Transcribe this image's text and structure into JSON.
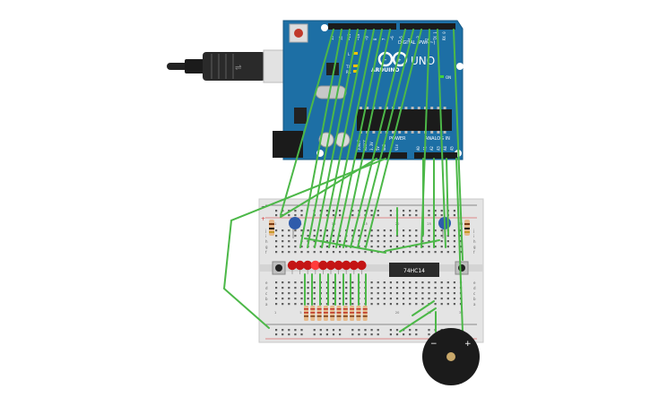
{
  "board": {
    "logo": "UNO",
    "brand": "ARDUINO",
    "header_digital": "DIGITAL (PWM~)",
    "header_power": "POWER",
    "header_analog": "ANALOG IN",
    "on_label": "ON",
    "tx_label": "TX",
    "rx_label": "RX",
    "l_label": "L",
    "aref_label": "AREF",
    "gnd_label": "GND",
    "ioref_label": "IOREF",
    "reset_label": "RESET",
    "v33_label": "3.3V",
    "v5_label": "5V",
    "vin_label": "Vin",
    "analog_pins": [
      "A0",
      "A1",
      "A2",
      "A3",
      "A4",
      "A5"
    ],
    "digital_pins": [
      "13",
      "12",
      "~11",
      "~10",
      "~9",
      "8",
      "7",
      "~6",
      "~5",
      "4",
      "~3",
      "2",
      "TX 1",
      "RX 0"
    ]
  },
  "chip": {
    "label": "74HC14"
  },
  "buzzer": {
    "minus": "−",
    "plus": "+"
  },
  "breadboard": {
    "row_numbers": [
      "1",
      "5",
      "10",
      "15",
      "20",
      "25",
      "30"
    ],
    "col_letters_top": [
      "j",
      "i",
      "h",
      "g",
      "f"
    ],
    "col_letters_bottom": [
      "e",
      "d",
      "c",
      "b",
      "a"
    ],
    "rail_plus": "+",
    "rail_minus": "−"
  },
  "colors": {
    "board": "#1d6fa5",
    "wire": "#4cb848",
    "led": "#c41414",
    "led_lit": "#ff3b3b",
    "resistor": "#e6b98a",
    "capacitor": "#2f5cab"
  }
}
